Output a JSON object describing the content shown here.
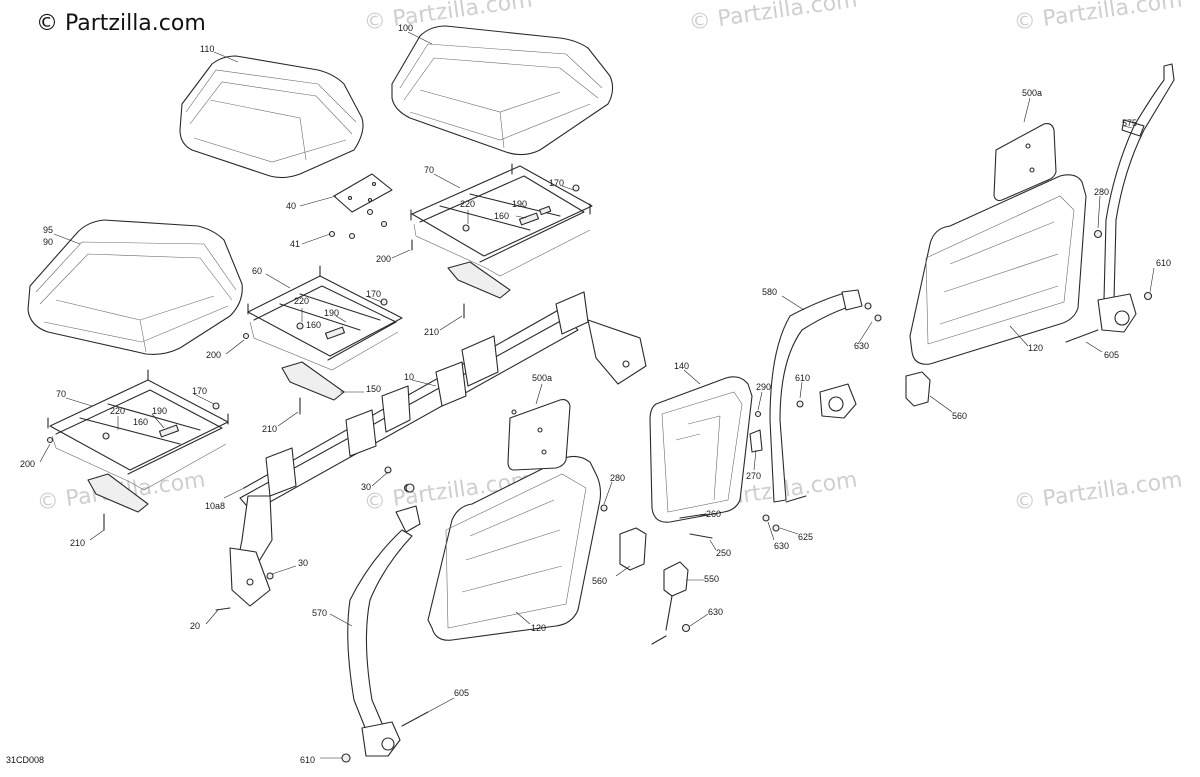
{
  "watermark": {
    "top_left": "© Partzilla.com",
    "repeat": "© Partzilla.com"
  },
  "figure_code": "31CD008",
  "callouts": [
    {
      "id": "l-110",
      "text": "110"
    },
    {
      "id": "l-100",
      "text": "100"
    },
    {
      "id": "l-95",
      "text": "95"
    },
    {
      "id": "l-90",
      "text": "90"
    },
    {
      "id": "l-40",
      "text": "40"
    },
    {
      "id": "l-41",
      "text": "41"
    },
    {
      "id": "l-70a",
      "text": "70"
    },
    {
      "id": "l-170a",
      "text": "170"
    },
    {
      "id": "l-220a",
      "text": "220"
    },
    {
      "id": "l-190a",
      "text": "190"
    },
    {
      "id": "l-160a",
      "text": "160"
    },
    {
      "id": "l-200a",
      "text": "200"
    },
    {
      "id": "l-210a",
      "text": "210"
    },
    {
      "id": "l-60",
      "text": "60"
    },
    {
      "id": "l-170b",
      "text": "170"
    },
    {
      "id": "l-220b",
      "text": "220"
    },
    {
      "id": "l-190b",
      "text": "190"
    },
    {
      "id": "l-160b",
      "text": "160"
    },
    {
      "id": "l-200b",
      "text": "200"
    },
    {
      "id": "l-150",
      "text": "150"
    },
    {
      "id": "l-210b",
      "text": "210"
    },
    {
      "id": "l-70b",
      "text": "70"
    },
    {
      "id": "l-170c",
      "text": "170"
    },
    {
      "id": "l-220c",
      "text": "220"
    },
    {
      "id": "l-190c",
      "text": "190"
    },
    {
      "id": "l-160c",
      "text": "160"
    },
    {
      "id": "l-200c",
      "text": "200"
    },
    {
      "id": "l-210c",
      "text": "210"
    },
    {
      "id": "l-10",
      "text": "10"
    },
    {
      "id": "l-30a",
      "text": "30"
    },
    {
      "id": "l-10a8",
      "text": "10a8"
    },
    {
      "id": "l-30b",
      "text": "30"
    },
    {
      "id": "l-20",
      "text": "20"
    },
    {
      "id": "l-500a-a",
      "text": "500a"
    },
    {
      "id": "l-280a",
      "text": "280"
    },
    {
      "id": "l-120a",
      "text": "120"
    },
    {
      "id": "l-570",
      "text": "570"
    },
    {
      "id": "l-605a",
      "text": "605"
    },
    {
      "id": "l-610a",
      "text": "610"
    },
    {
      "id": "l-140",
      "text": "140"
    },
    {
      "id": "l-290",
      "text": "290"
    },
    {
      "id": "l-270",
      "text": "270"
    },
    {
      "id": "l-260",
      "text": "260"
    },
    {
      "id": "l-250",
      "text": "250"
    },
    {
      "id": "l-560a",
      "text": "560"
    },
    {
      "id": "l-550",
      "text": "550"
    },
    {
      "id": "l-630a",
      "text": "630"
    },
    {
      "id": "l-580",
      "text": "580"
    },
    {
      "id": "l-630b",
      "text": "630"
    },
    {
      "id": "l-610b",
      "text": "610"
    },
    {
      "id": "l-625",
      "text": "625"
    },
    {
      "id": "l-630c",
      "text": "630"
    },
    {
      "id": "l-560b",
      "text": "560"
    },
    {
      "id": "l-500a-b",
      "text": "500a"
    },
    {
      "id": "l-575",
      "text": "575"
    },
    {
      "id": "l-280b",
      "text": "280"
    },
    {
      "id": "l-610c",
      "text": "610"
    },
    {
      "id": "l-605b",
      "text": "605"
    },
    {
      "id": "l-120b",
      "text": "120"
    }
  ]
}
